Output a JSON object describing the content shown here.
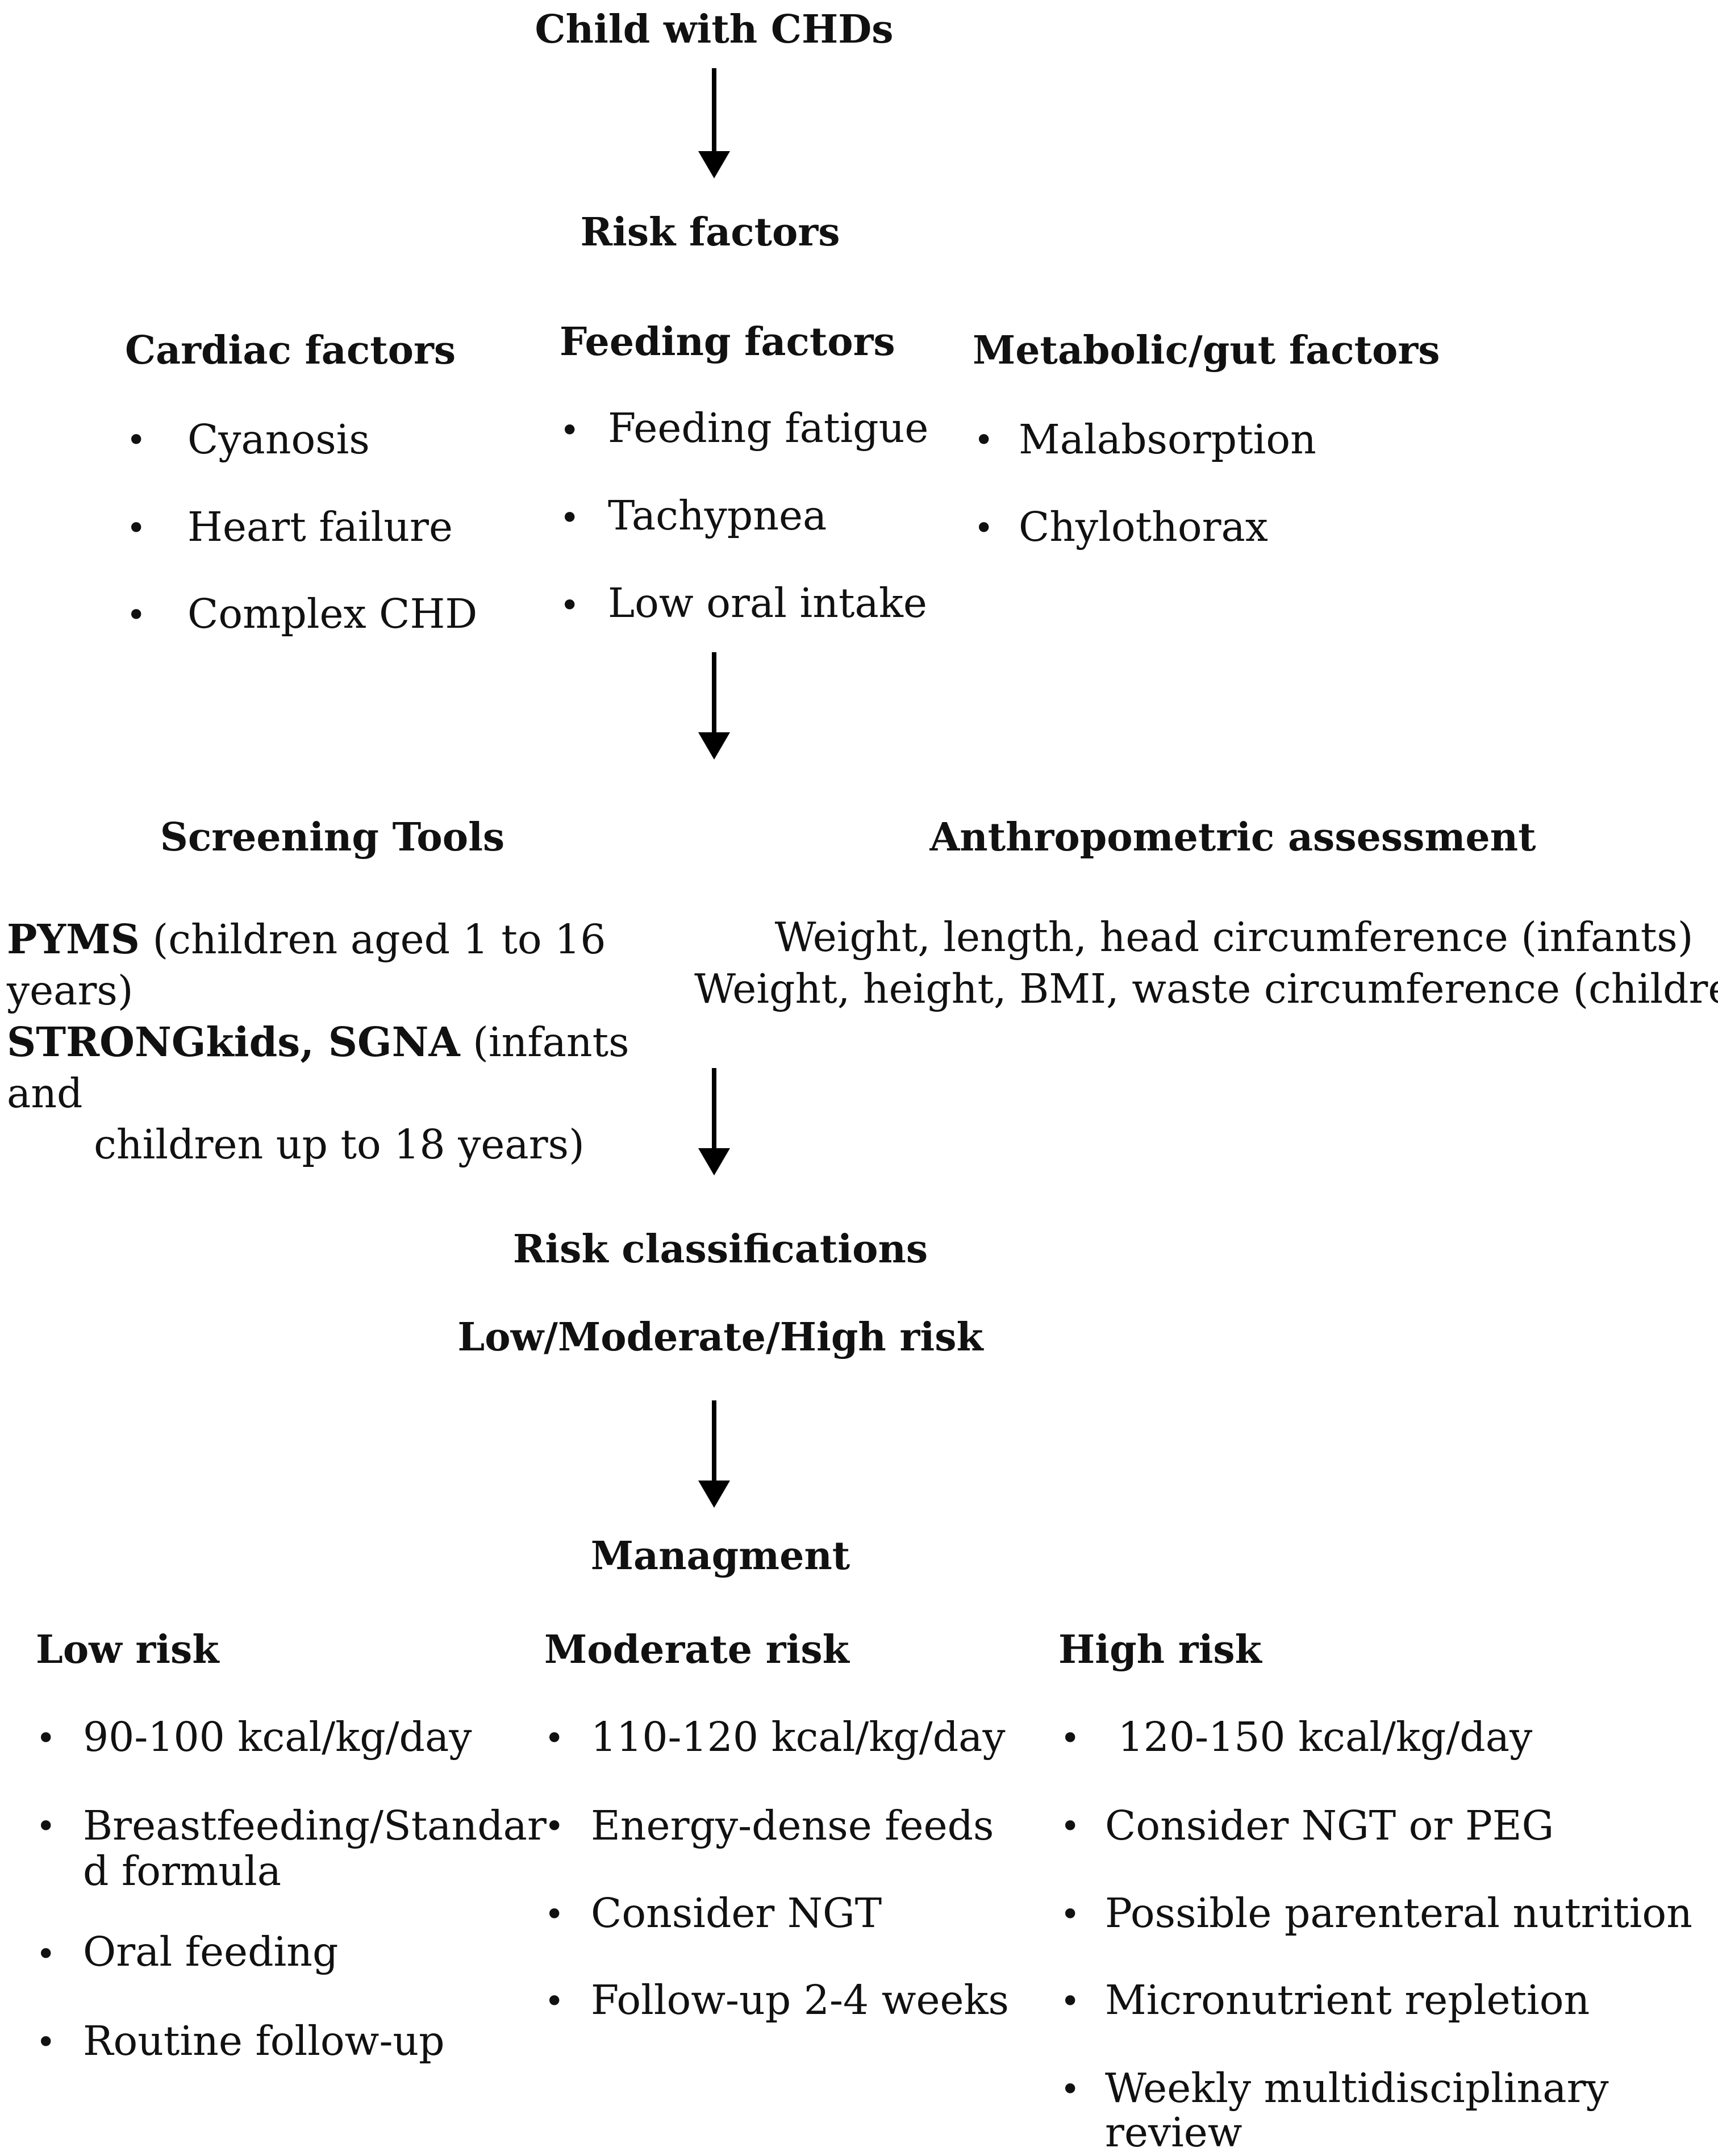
{
  "title": "Child with CHDs",
  "risk_factors": {
    "heading": "Risk factors",
    "cardiac": {
      "heading": "Cardiac factors",
      "items": [
        "Cyanosis",
        "Heart failure",
        "Complex CHD"
      ]
    },
    "feeding": {
      "heading": "Feeding factors",
      "items": [
        "Feeding fatigue",
        "Tachypnea",
        "Low oral intake"
      ]
    },
    "metabolic": {
      "heading": "Metabolic/gut factors",
      "items": [
        "Malabsorption",
        "Chylothorax"
      ]
    }
  },
  "screening": {
    "heading": "Screening Tools",
    "pyms_bold": "PYMS",
    "pyms_rest": " (children aged 1 to 16 years)",
    "strong_bold": "STRONGkids, SGNA",
    "strong_rest": " (infants and",
    "strong_line2": "children up to 18 years)"
  },
  "anthropometric": {
    "heading": "Anthropometric assessment",
    "line1": "Weight, length, head circumference (infants)",
    "line2": "Weight, height, BMI, waste circumference (children)"
  },
  "classification": {
    "heading": "Risk classifications",
    "levels": "Low/Moderate/High risk"
  },
  "management": {
    "heading": "Managment",
    "low": {
      "heading": "Low risk",
      "items": [
        "90-100 kcal/kg/day",
        "Breastfeeding/Standar",
        "d formula",
        "Oral feeding",
        "Routine follow-up"
      ]
    },
    "moderate": {
      "heading": "Moderate risk",
      "items": [
        "110-120 kcal/kg/day",
        "Energy-dense feeds",
        "Consider NGT",
        "Follow-up 2-4 weeks"
      ]
    },
    "high": {
      "heading": "High risk",
      "items": [
        " 120-150 kcal/kg/day",
        "Consider NGT or PEG",
        "Possible parenteral nutrition",
        "Micronutrient repletion",
        "Weekly multidisciplinary",
        "review"
      ]
    }
  },
  "bullet": "•"
}
